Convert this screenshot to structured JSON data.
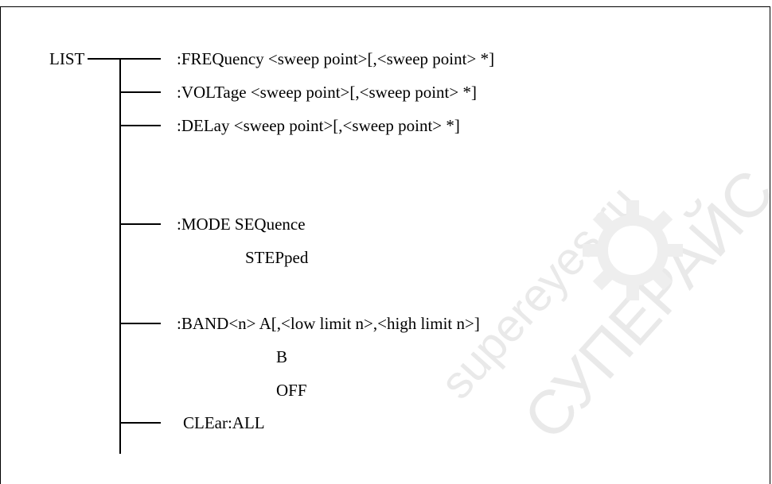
{
  "root": {
    "label": "LIST"
  },
  "branches": [
    {
      "label": ":FREQuency <sweep point>[,<sweep point> *]"
    },
    {
      "label": ":VOLTage <sweep point>[,<sweep point> *]"
    },
    {
      "label": ":DELay <sweep point>[,<sweep point> *]"
    },
    {
      "label": ":MODE SEQuence",
      "options": [
        "STEPped"
      ]
    },
    {
      "label": ":BAND<n> A[,<low limit n>,<high limit n>]",
      "options": [
        "B",
        "OFF"
      ]
    },
    {
      "label": "CLEar:ALL"
    }
  ],
  "watermark": {
    "latin": "supereyes.ru",
    "cyrillic": "СУПЕРАЙС",
    "color": "#e9e9e9"
  }
}
